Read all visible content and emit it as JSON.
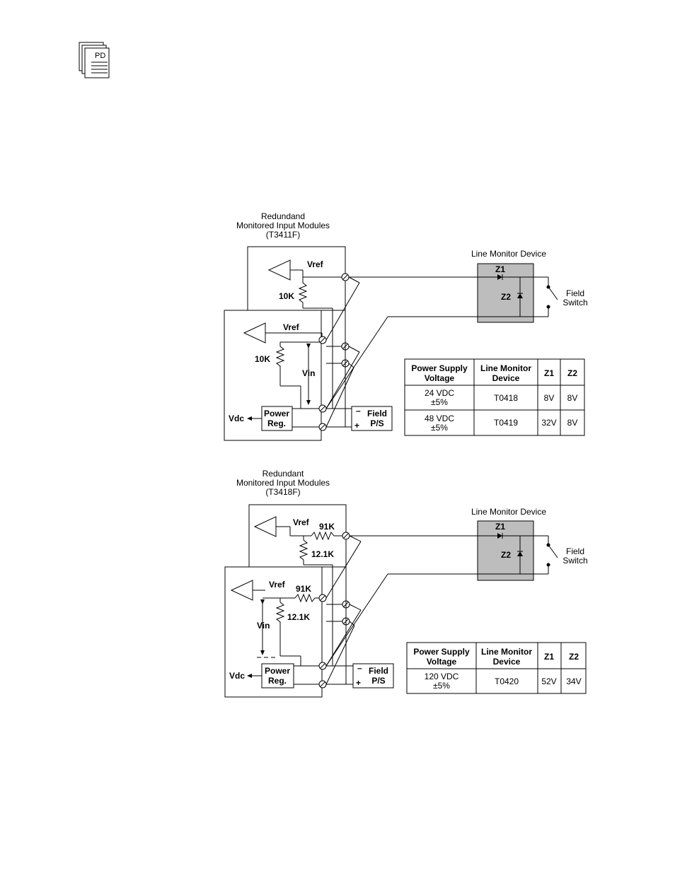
{
  "doc_icon": {
    "letters": "PD",
    "name": "document-pages-icon"
  },
  "diagram1": {
    "title_line1": "Redundand",
    "title_line2": "Monitored Input Modules",
    "title_line3": "(T3411F)",
    "vref_top": "Vref",
    "vref_bottom": "Vref",
    "r_top": "10K",
    "r_bottom": "10K",
    "vin": "Vin",
    "vdc": "Vdc",
    "power_reg_1": "Power",
    "power_reg_2": "Reg.",
    "field_ps_1": "Field",
    "field_ps_2": "P/S",
    "minus": "–",
    "plus": "+",
    "lmd_label": "Line Monitor Device",
    "z1": "Z1",
    "z2": "Z2",
    "field_switch_1": "Field",
    "field_switch_2": "Switch"
  },
  "table1": {
    "headers": [
      "Power Supply\nVoltage",
      "Line Monitor\nDevice",
      "Z1",
      "Z2"
    ],
    "h_psv_1": "Power Supply",
    "h_psv_2": "Voltage",
    "h_lmd_1": "Line Monitor",
    "h_lmd_2": "Device",
    "h_z1": "Z1",
    "h_z2": "Z2",
    "rows": [
      {
        "v1": "24 VDC",
        "v2": "±5%",
        "device": "T0418",
        "z1": "8V",
        "z2": "8V"
      },
      {
        "v1": "48 VDC",
        "v2": "±5%",
        "device": "T0419",
        "z1": "32V",
        "z2": "8V"
      }
    ]
  },
  "diagram2": {
    "title_line1": "Redundant",
    "title_line2": "Monitored Input Modules",
    "title_line3": "(T3418F)",
    "vref_top": "Vref",
    "vref_bottom": "Vref",
    "r91_top": "91K",
    "r91_bottom": "91K",
    "r12_top": "12.1K",
    "r12_bottom": "12.1K",
    "vin": "Vin",
    "vdc": "Vdc",
    "power_reg_1": "Power",
    "power_reg_2": "Reg.",
    "field_ps_1": "Field",
    "field_ps_2": "P/S",
    "minus": "–",
    "plus": "+",
    "lmd_label": "Line Monitor Device",
    "z1": "Z1",
    "z2": "Z2",
    "field_switch_1": "Field",
    "field_switch_2": "Switch"
  },
  "table2": {
    "h_psv_1": "Power Supply",
    "h_psv_2": "Voltage",
    "h_lmd_1": "Line Monitor",
    "h_lmd_2": "Device",
    "h_z1": "Z1",
    "h_z2": "Z2",
    "rows": [
      {
        "v1": "120 VDC",
        "v2": "±5%",
        "device": "T0420",
        "z1": "52V",
        "z2": "34V"
      }
    ]
  }
}
